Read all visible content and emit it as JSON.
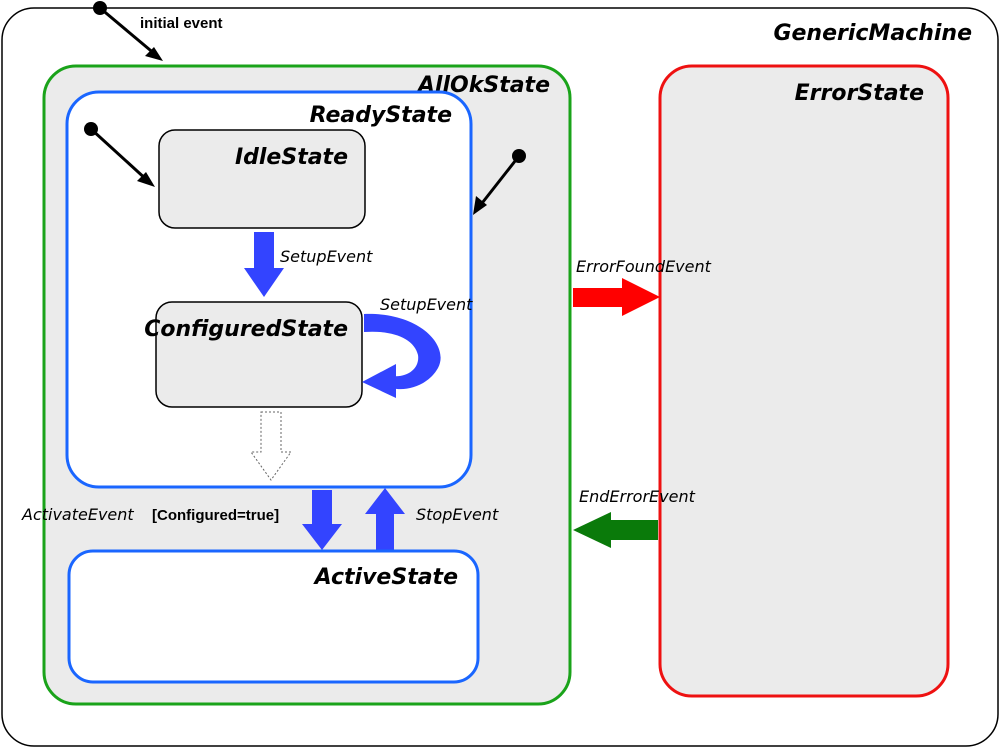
{
  "states": {
    "generic_machine": "GenericMachine",
    "all_ok": "AllOkState",
    "ready": "ReadyState",
    "idle": "IdleState",
    "configured": "ConfiguredState",
    "active": "ActiveState",
    "error": "ErrorState"
  },
  "events": {
    "initial": "initial event",
    "setup_idle_to_configured": "SetupEvent",
    "setup_self": "SetupEvent",
    "activate": "ActivateEvent",
    "activate_guard": "[Configured=true]",
    "stop": "StopEvent",
    "error_found": "ErrorFoundEvent",
    "end_error": "EndErrorEvent"
  },
  "colors": {
    "all_ok_border": "#1aa31a",
    "ready_border": "#1a66ff",
    "active_border": "#1a66ff",
    "error_border": "#ee1111",
    "blue_arrow": "#3344ff",
    "red_arrow": "#ff0000",
    "green_arrow": "#0a7a0a",
    "state_fill": "#ebebeb"
  }
}
